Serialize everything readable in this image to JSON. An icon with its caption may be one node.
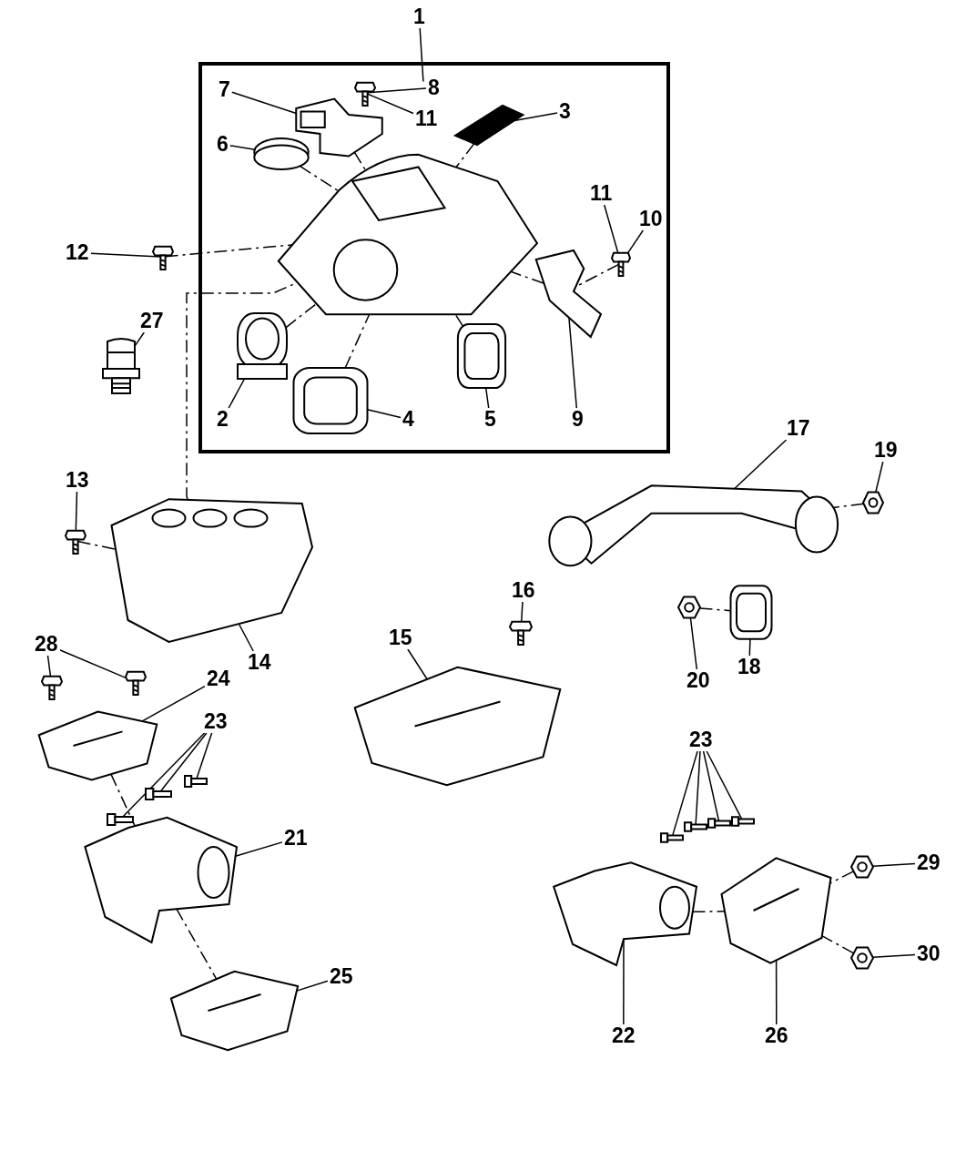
{
  "diagram": {
    "nodes": [
      {
        "text": [],
        "shape": "box"
      },
      {
        "text": [
          "1"
        ]
      },
      {
        "text": [
          "7"
        ],
        "in": 0
      },
      {
        "text": [],
        "shape": "picture",
        "in": 0
      },
      {
        "text": [
          "8"
        ],
        "in": 0
      },
      {
        "text": [
          "11"
        ],
        "in": 0
      },
      {
        "text": [],
        "shape": "picture",
        "in": 0
      },
      {
        "text": [
          "3"
        ],
        "in": 0
      },
      {
        "text": [],
        "shape": "picture",
        "in": 0
      },
      {
        "text": [
          "6"
        ],
        "in": 0
      },
      {
        "text": [],
        "shape": "picture",
        "in": 0
      },
      {
        "text": [],
        "shape": "picture",
        "in": 0
      },
      {
        "text": [
          "11"
        ],
        "in": 0
      },
      {
        "text": [
          "10"
        ],
        "in": 0
      },
      {
        "text": [],
        "shape": "picture",
        "in": 0
      },
      {
        "text": [],
        "shape": "picture",
        "in": 0
      },
      {
        "text": [
          "9"
        ],
        "in": 0
      },
      {
        "text": [],
        "shape": "picture",
        "in": 0
      },
      {
        "text": [
          "5"
        ],
        "in": 0
      },
      {
        "text": [],
        "shape": "picture",
        "in": 0
      },
      {
        "text": [
          "4"
        ],
        "in": 0
      },
      {
        "text": [],
        "shape": "picture",
        "in": 0
      },
      {
        "text": [
          "2"
        ],
        "in": 0
      },
      {
        "text": [
          "12"
        ]
      },
      {
        "text": [],
        "shape": "picture"
      },
      {
        "text": [
          "27"
        ]
      },
      {
        "text": [],
        "shape": "picture"
      },
      {
        "text": [
          "13"
        ]
      },
      {
        "text": [],
        "shape": "picture"
      },
      {
        "text": [],
        "shape": "picture"
      },
      {
        "text": [
          "14"
        ]
      },
      {
        "text": [
          "15"
        ]
      },
      {
        "text": [],
        "shape": "picture"
      },
      {
        "text": [
          "16"
        ]
      },
      {
        "text": [],
        "shape": "picture"
      },
      {
        "text": [
          "17"
        ]
      },
      {
        "text": [],
        "shape": "picture"
      },
      {
        "text": [
          "19"
        ]
      },
      {
        "text": [],
        "shape": "picture"
      },
      {
        "text": [],
        "shape": "picture"
      },
      {
        "text": [
          "18"
        ]
      },
      {
        "text": [],
        "shape": "picture"
      },
      {
        "text": [
          "20"
        ]
      },
      {
        "text": [
          "28"
        ]
      },
      {
        "text": [],
        "shape": "picture"
      },
      {
        "text": [],
        "shape": "picture"
      },
      {
        "text": [
          "24"
        ]
      },
      {
        "text": [],
        "shape": "picture"
      },
      {
        "text": [
          "23"
        ]
      },
      {
        "text": [],
        "shape": "picture"
      },
      {
        "text": [],
        "shape": "picture"
      },
      {
        "text": [],
        "shape": "picture"
      },
      {
        "text": [
          "21"
        ]
      },
      {
        "text": [],
        "shape": "picture"
      },
      {
        "text": [
          "25"
        ]
      },
      {
        "text": [],
        "shape": "picture"
      },
      {
        "text": [
          "23"
        ]
      },
      {
        "text": [],
        "shape": "picture"
      },
      {
        "text": [],
        "shape": "picture"
      },
      {
        "text": [],
        "shape": "picture"
      },
      {
        "text": [],
        "shape": "picture"
      },
      {
        "text": [
          "29"
        ]
      },
      {
        "text": [],
        "shape": "picture"
      },
      {
        "text": [
          "30"
        ]
      },
      {
        "text": [],
        "shape": "picture"
      },
      {
        "text": [],
        "shape": "picture"
      },
      {
        "text": [
          "22"
        ]
      },
      {
        "text": [],
        "shape": "picture"
      },
      {
        "text": [
          "26"
        ]
      }
    ],
    "edges": [
      {
        "from": 1,
        "to": 0,
        "arrow": "none"
      },
      {
        "from": 2,
        "to": 3,
        "arrow": "none"
      },
      {
        "from": 4,
        "to": 6,
        "arrow": "none"
      },
      {
        "from": 5,
        "to": 6,
        "arrow": "none"
      },
      {
        "from": 7,
        "to": 8,
        "arrow": "none"
      },
      {
        "from": 9,
        "to": 10,
        "arrow": "none"
      },
      {
        "from": 12,
        "to": 14,
        "arrow": "none"
      },
      {
        "from": 13,
        "to": 14,
        "arrow": "none"
      },
      {
        "from": 16,
        "to": 15,
        "arrow": "none"
      },
      {
        "from": 18,
        "to": 17,
        "arrow": "none"
      },
      {
        "from": 20,
        "to": 19,
        "arrow": "none"
      },
      {
        "from": 22,
        "to": 21,
        "arrow": "none"
      },
      {
        "from": 23,
        "to": 24,
        "arrow": "none"
      },
      {
        "from": 25,
        "to": 26,
        "arrow": "none"
      },
      {
        "from": 27,
        "to": 28,
        "arrow": "none"
      },
      {
        "from": 30,
        "to": 29,
        "arrow": "none"
      },
      {
        "from": 31,
        "to": 32,
        "arrow": "none"
      },
      {
        "from": 33,
        "to": 34,
        "arrow": "none"
      },
      {
        "from": 35,
        "to": 36,
        "arrow": "none"
      },
      {
        "from": 37,
        "to": 38,
        "arrow": "none"
      },
      {
        "from": 40,
        "to": 39,
        "arrow": "none"
      },
      {
        "from": 42,
        "to": 41,
        "arrow": "none"
      },
      {
        "from": 43,
        "to": 44,
        "arrow": "none"
      },
      {
        "from": 43,
        "to": 45,
        "arrow": "none"
      },
      {
        "from": 46,
        "to": 47,
        "arrow": "none"
      },
      {
        "from": 48,
        "to": 49,
        "arrow": "none"
      },
      {
        "from": 48,
        "to": 50,
        "arrow": "none"
      },
      {
        "from": 48,
        "to": 51,
        "arrow": "none"
      },
      {
        "from": 52,
        "to": 53,
        "arrow": "none"
      },
      {
        "from": 54,
        "to": 55,
        "arrow": "none"
      },
      {
        "from": 56,
        "to": 57,
        "arrow": "none"
      },
      {
        "from": 56,
        "to": 58,
        "arrow": "none"
      },
      {
        "from": 56,
        "to": 59,
        "arrow": "none"
      },
      {
        "from": 56,
        "to": 60,
        "arrow": "none"
      },
      {
        "from": 61,
        "to": 62,
        "arrow": "none"
      },
      {
        "from": 63,
        "to": 64,
        "arrow": "none"
      },
      {
        "from": 66,
        "to": 65,
        "arrow": "none"
      },
      {
        "from": 68,
        "to": 67,
        "arrow": "none"
      },
      {
        "from": 3,
        "to": 11,
        "arrow": "none",
        "style": "dashed"
      },
      {
        "from": 8,
        "to": 11,
        "arrow": "none",
        "style": "dashed"
      },
      {
        "from": 10,
        "to": 11,
        "arrow": "none",
        "style": "dashed"
      },
      {
        "from": 24,
        "to": 11,
        "arrow": "none",
        "style": "dashed"
      },
      {
        "from": 15,
        "to": 11,
        "arrow": "none",
        "style": "dashed"
      },
      {
        "from": 14,
        "to": 15,
        "arrow": "none",
        "style": "dashed"
      },
      {
        "from": 17,
        "to": 11,
        "arrow": "none",
        "style": "dashed"
      },
      {
        "from": 19,
        "to": 11,
        "arrow": "none",
        "style": "dashed"
      },
      {
        "from": 21,
        "to": 11,
        "arrow": "none",
        "style": "dashed"
      },
      {
        "from": 29,
        "to": 11,
        "arrow": "none",
        "style": "dashed"
      },
      {
        "from": 28,
        "to": 29,
        "arrow": "none",
        "style": "dashed"
      },
      {
        "from": 38,
        "to": 36,
        "arrow": "none",
        "style": "dashed"
      },
      {
        "from": 41,
        "to": 39,
        "arrow": "none",
        "style": "dashed"
      },
      {
        "from": 47,
        "to": 53,
        "arrow": "none",
        "style": "dashed"
      },
      {
        "from": 53,
        "to": 55,
        "arrow": "none",
        "style": "dashed"
      },
      {
        "from": 62,
        "to": 67,
        "arrow": "none",
        "style": "dashed"
      },
      {
        "from": 64,
        "to": 67,
        "arrow": "none",
        "style": "dashed"
      },
      {
        "from": 65,
        "to": 67,
        "arrow": "none",
        "style": "dashed"
      }
    ]
  }
}
